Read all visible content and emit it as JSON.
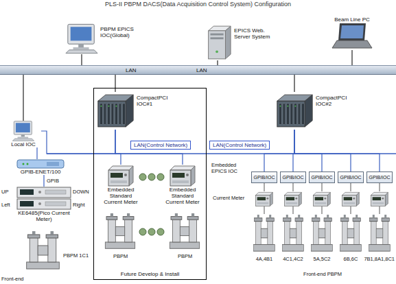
{
  "diagram": {
    "title": "PLS-II PBPM DACS(Data Acquisition Control System) Configuration",
    "nodes": [
      {
        "text": [
          "PBPM EPICS IOC(Global)"
        ]
      },
      {
        "text": [
          "EPICS Web. Server System"
        ]
      },
      {
        "text": [
          "Beam Line PC"
        ]
      },
      {
        "text": [
          "LAN",
          "LAN"
        ]
      },
      {
        "text": [
          "Local IOC"
        ]
      },
      {
        "text": [
          "Future Develop & Install"
        ]
      },
      {
        "text": [
          "CompactPCI IOC#1"
        ],
        "in": 5
      },
      {
        "text": [
          "LAN(Control Network)"
        ],
        "in": 5
      },
      {
        "text": [
          "CompactPCI IOC#2"
        ]
      },
      {
        "text": [
          "LAN(Control Network)"
        ]
      },
      {
        "text": [
          "GPIB-ENET/100"
        ]
      },
      {
        "text": [
          "Embedded Standard Current Meter"
        ],
        "in": 5
      },
      {
        "text": [
          "Embedded Standard Current Meter"
        ],
        "in": 5
      },
      {
        "text": [
          "GPIB/IOC"
        ]
      },
      {
        "text": [
          "GPIB/IOC"
        ]
      },
      {
        "text": [
          "GPIB/IOC"
        ]
      },
      {
        "text": [
          "GPIB/IOC"
        ]
      },
      {
        "text": [
          "GPIB/IOC"
        ]
      },
      {
        "text": [
          "KE6485(Pico Current Meter)"
        ]
      }
    ],
    "edges": [
      {
        "from": 0,
        "to": 3,
        "arrow": "none"
      },
      {
        "from": 1,
        "to": 3,
        "arrow": "none"
      },
      {
        "from": 2,
        "to": 3,
        "arrow": "none"
      },
      {
        "from": 4,
        "to": 3,
        "arrow": "none"
      },
      {
        "from": 6,
        "to": 3,
        "arrow": "none"
      },
      {
        "from": 8,
        "to": 3,
        "arrow": "none"
      },
      {
        "from": 6,
        "to": 4,
        "arrow": "none"
      },
      {
        "from": 6,
        "to": 11,
        "arrow": "none"
      },
      {
        "from": 6,
        "to": 12,
        "arrow": "none"
      },
      {
        "from": 8,
        "to": 13,
        "arrow": "none"
      },
      {
        "from": 8,
        "to": 14,
        "arrow": "none"
      },
      {
        "from": 8,
        "to": 15,
        "arrow": "none"
      },
      {
        "from": 8,
        "to": 16,
        "arrow": "none"
      },
      {
        "from": 8,
        "to": 17,
        "arrow": "none"
      },
      {
        "from": 10,
        "to": 4,
        "arrow": "none"
      },
      {
        "from": 18,
        "to": 10,
        "label": "GPIB",
        "arrow": "none"
      }
    ],
    "labels": [
      "UP",
      "DOWN",
      "Left",
      "Right",
      "Front-end",
      "PBPM 1C1",
      "PBPM",
      "PBPM",
      "Embedded EPICS IOC",
      "Current Meter",
      "4A,4B1",
      "4C1,4C2",
      "5A,5C2",
      "6B,6C",
      "7B1,8A1,8C1",
      "Front-end PBPM"
    ]
  }
}
